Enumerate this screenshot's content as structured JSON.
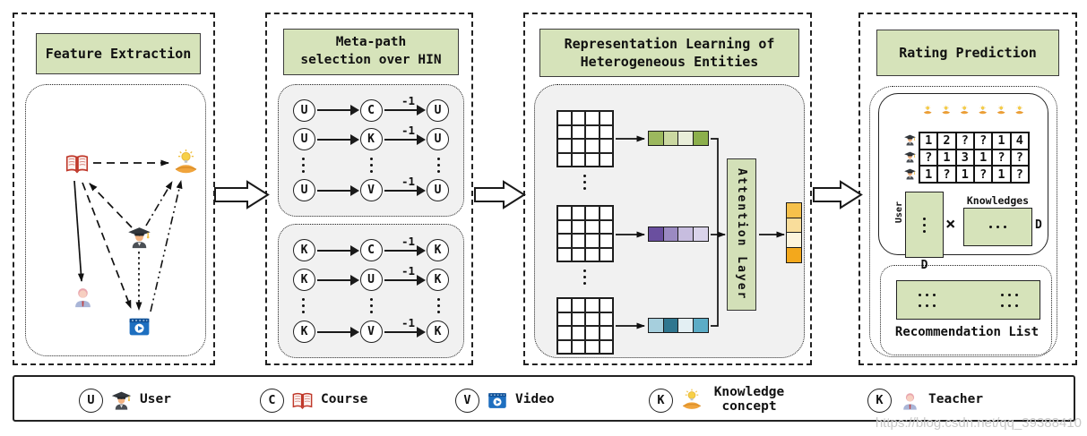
{
  "watermark": "https://blog.csdn.net/qq_39388410",
  "panels": {
    "feature_extraction": {
      "title": "Feature Extraction"
    },
    "metapath": {
      "title_line1": "Meta-path",
      "title_line2": "selection over HIN",
      "inverse_label": "-1",
      "group_user": {
        "rows": [
          [
            "U",
            "C",
            "U"
          ],
          [
            "U",
            "K",
            "U"
          ],
          [
            "U",
            "V",
            "U"
          ]
        ]
      },
      "group_knowledge": {
        "rows": [
          [
            "K",
            "C",
            "K"
          ],
          [
            "K",
            "U",
            "K"
          ],
          [
            "K",
            "V",
            "K"
          ]
        ]
      }
    },
    "representation": {
      "title_line1": "Representation Learning of",
      "title_line2": "Heterogeneous Entities",
      "attention_label": "Attention Layer",
      "vectors": {
        "green": [
          "#9cb85e",
          "#cbd8a1",
          "#e9eed9",
          "#8caf4c"
        ],
        "purple": [
          "#6a4f9f",
          "#9b8ac2",
          "#c7bddf",
          "#d9d3ea"
        ],
        "blue": [
          "#a6cfdd",
          "#2f768f",
          "#e3eff3",
          "#5cacc6"
        ],
        "output": [
          "#f6c14b",
          "#f9dd9b",
          "#fdf4dd",
          "#f3a81c"
        ]
      }
    },
    "rating": {
      "title": "Rating Prediction",
      "matrix": {
        "rows": [
          [
            "1",
            "2",
            "?",
            "?",
            "1",
            "4"
          ],
          [
            "?",
            "1",
            "3",
            "1",
            "?",
            "?"
          ],
          [
            "1",
            "?",
            "1",
            "?",
            "1",
            "?"
          ]
        ]
      },
      "user_label": "User",
      "user_dim_label": "D",
      "multiply_symbol": "×",
      "knowledges_label": "Knowledges",
      "knowledge_dim_label": "D",
      "recommendation_label": "Recommendation List"
    }
  },
  "legend": {
    "items": [
      {
        "symbol": "U",
        "icon": "user-icon",
        "label": "User"
      },
      {
        "symbol": "C",
        "icon": "course-icon",
        "label": "Course"
      },
      {
        "symbol": "V",
        "icon": "video-icon",
        "label": "Video"
      },
      {
        "symbol": "K",
        "icon": "knowledge-concept-icon",
        "label": "Knowledge concept"
      },
      {
        "symbol": "K",
        "icon": "teacher-icon",
        "label": "Teacher"
      }
    ]
  },
  "colors": {
    "header_fill": "#d6e3ba",
    "panel_gray": "#f1f1f1",
    "line": "#1a1a1a"
  }
}
